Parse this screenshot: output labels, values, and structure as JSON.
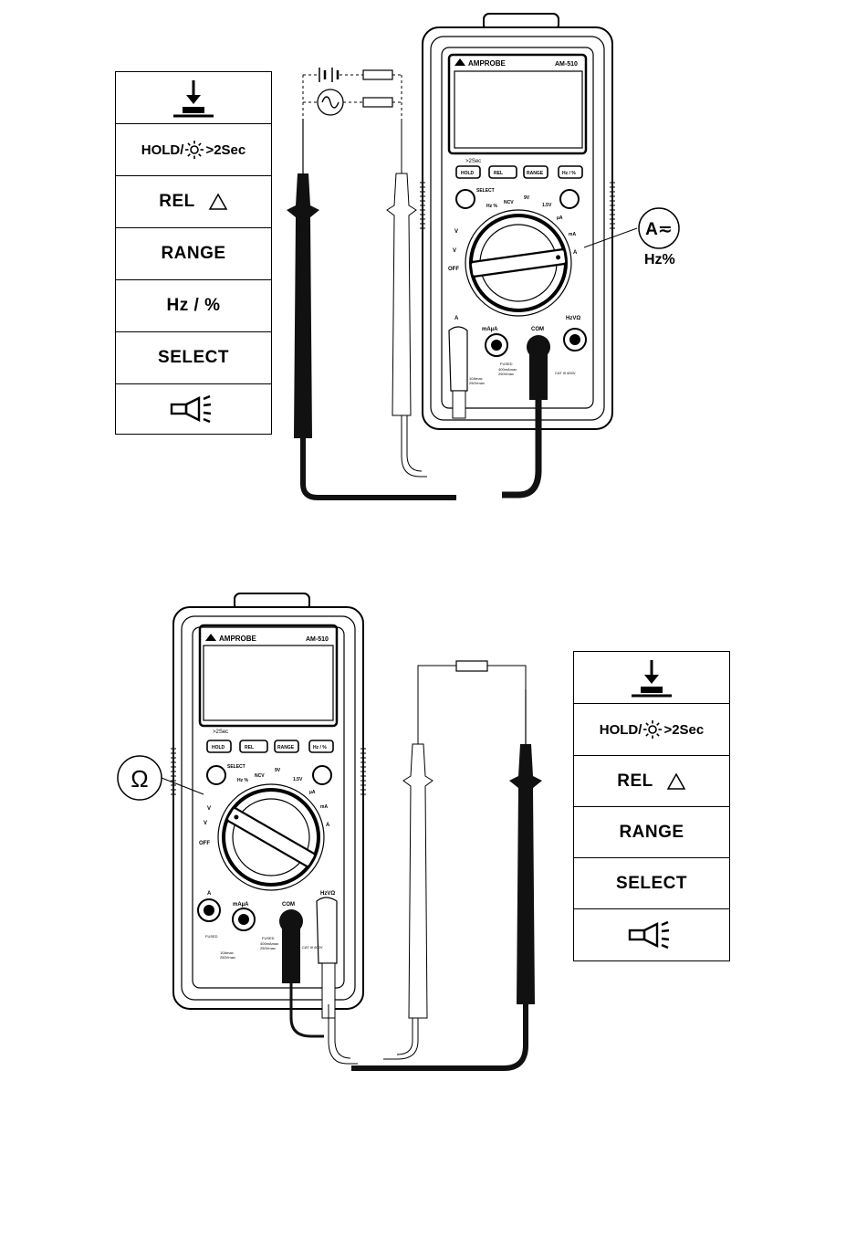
{
  "meter": {
    "brand": "AMPROBE",
    "model": "AM-510",
    "backlight_hint": ">2Sec",
    "buttons": [
      "HOLD",
      "REL",
      "RANGE",
      "Hz / %"
    ],
    "select_label": "SELECT",
    "dial": {
      "ncv": "NCV",
      "nine_volt": "9V",
      "one_five_volt": "1.5V",
      "hz_pct": "Hz %",
      "micro_amp": "µA",
      "milli_amp": "mA",
      "amp": "A",
      "vdc": "V",
      "vac": "V",
      "off": "OFF"
    },
    "jacks": {
      "a": "A",
      "ma": "mAµA",
      "com": "COM",
      "v": "HzVΩ"
    },
    "ratings": {
      "fused": "FUSED",
      "a_rating_1": "10Amax",
      "a_rating_2": "250Vmax",
      "ma_rating_1": "400mAmax",
      "ma_rating_2": "250Vmax",
      "cat": "CAT III 600V"
    }
  },
  "figure_top": {
    "keys": [
      "",
      "HOLD/",
      "REL",
      "RANGE",
      "Hz / %",
      "SELECT",
      ""
    ],
    "hold_suffix": ">2Sec",
    "callout_symbol": "A≂",
    "callout_label": "Hz%"
  },
  "figure_bottom": {
    "keys": [
      "",
      "HOLD/",
      "REL",
      "RANGE",
      "SELECT",
      ""
    ],
    "hold_suffix": ">2Sec",
    "callout_symbol": "Ω"
  },
  "icons": {
    "hold_icon": "down-arrow-onto-bar-icon",
    "backlight_icon": "sun-icon",
    "delta_icon": "triangle-delta-icon",
    "flashlight_icon": "flashlight-icon",
    "ac_source_icon": "sine-wave-icon",
    "battery_icon": "battery-icon",
    "resistor_icon": "resistor-icon"
  }
}
